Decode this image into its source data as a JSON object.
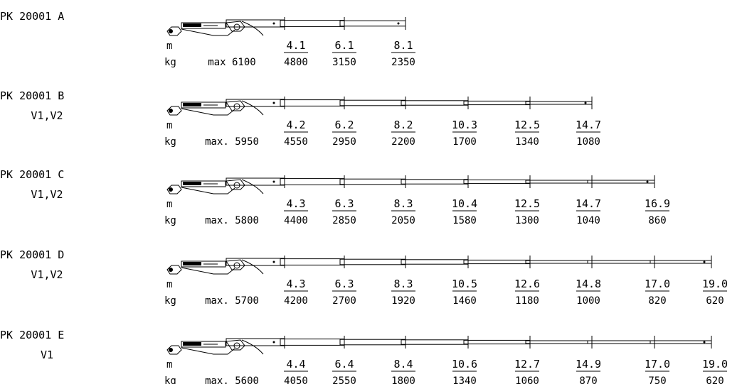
{
  "unit_labels": {
    "distance": "m",
    "weight": "kg"
  },
  "models": [
    {
      "name": "PK 20001 A",
      "variant": "",
      "max_label": "max 6100",
      "stations": [
        {
          "dist": "4.1",
          "load": "4800"
        },
        {
          "dist": "6.1",
          "load": "3150"
        },
        {
          "dist": "8.1",
          "load": "2350"
        }
      ]
    },
    {
      "name": "PK 20001 B",
      "variant": "V1,V2",
      "max_label": "max. 5950",
      "stations": [
        {
          "dist": "4.2",
          "load": "4550"
        },
        {
          "dist": "6.2",
          "load": "2950"
        },
        {
          "dist": "8.2",
          "load": "2200"
        },
        {
          "dist": "10.3",
          "load": "1700"
        },
        {
          "dist": "12.5",
          "load": "1340"
        },
        {
          "dist": "14.7",
          "load": "1080"
        }
      ]
    },
    {
      "name": "PK 20001 C",
      "variant": "V1,V2",
      "max_label": "max. 5800",
      "stations": [
        {
          "dist": "4.3",
          "load": "4400"
        },
        {
          "dist": "6.3",
          "load": "2850"
        },
        {
          "dist": "8.3",
          "load": "2050"
        },
        {
          "dist": "10.4",
          "load": "1580"
        },
        {
          "dist": "12.5",
          "load": "1300"
        },
        {
          "dist": "14.7",
          "load": "1040"
        },
        {
          "dist": "16.9",
          "load": "860"
        }
      ]
    },
    {
      "name": "PK 20001 D",
      "variant": "V1,V2",
      "max_label": "max. 5700",
      "stations": [
        {
          "dist": "4.3",
          "load": "4200"
        },
        {
          "dist": "6.3",
          "load": "2700"
        },
        {
          "dist": "8.3",
          "load": "1920"
        },
        {
          "dist": "10.5",
          "load": "1460"
        },
        {
          "dist": "12.6",
          "load": "1180"
        },
        {
          "dist": "14.8",
          "load": "1000"
        },
        {
          "dist": "17.0",
          "load": "820"
        },
        {
          "dist": "19.0",
          "load": "620"
        }
      ]
    },
    {
      "name": "PK 20001 E",
      "variant": "V1",
      "max_label": "max. 5600",
      "stations": [
        {
          "dist": "4.4",
          "load": "4050"
        },
        {
          "dist": "6.4",
          "load": "2550"
        },
        {
          "dist": "8.4",
          "load": "1800"
        },
        {
          "dist": "10.6",
          "load": "1340"
        },
        {
          "dist": "12.7",
          "load": "1060"
        },
        {
          "dist": "14.9",
          "load": "870"
        },
        {
          "dist": "17.0",
          "load": "750"
        },
        {
          "dist": "19.0",
          "load": "620"
        }
      ]
    }
  ]
}
